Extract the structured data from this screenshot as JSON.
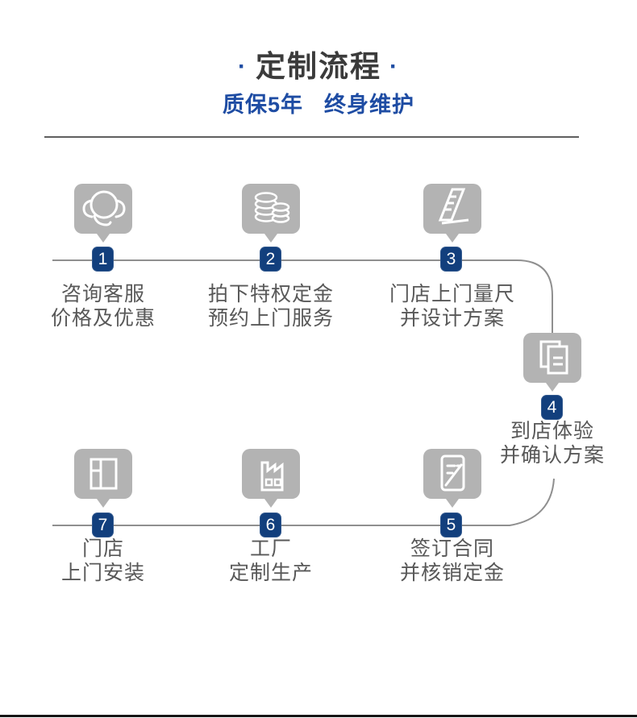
{
  "header": {
    "dot": "·",
    "title": "定制流程",
    "subtitle_left": "质保5年",
    "subtitle_right": "终身维护"
  },
  "steps": [
    {
      "num": "1",
      "icon": "headset-icon",
      "line1": "咨询客服",
      "line2": "价格及优惠"
    },
    {
      "num": "2",
      "icon": "coins-icon",
      "line1": "拍下特权定金",
      "line2": "预约上门服务"
    },
    {
      "num": "3",
      "icon": "ruler-icon",
      "line1": "门店上门量尺",
      "line2": "并设计方案"
    },
    {
      "num": "4",
      "icon": "documents-icon",
      "line1": "到店体验",
      "line2": "并确认方案"
    },
    {
      "num": "5",
      "icon": "contract-icon",
      "line1": "签订合同",
      "line2": "并核销定金"
    },
    {
      "num": "6",
      "icon": "factory-icon",
      "line1": "工厂",
      "line2": "定制生产"
    },
    {
      "num": "7",
      "icon": "store-icon",
      "line1": "门店",
      "line2": "上门安装"
    }
  ],
  "colors": {
    "accent_blue": "#1e4ca3",
    "badge_navy": "#123f7d",
    "icon_gray": "#b3b3b3",
    "title_dark": "#3b3b3b",
    "step_text_gray": "#585858",
    "flow_line_gray": "#8f8f8f",
    "divider_gray": "#5f5f5f",
    "bottom_bar_black": "#151515"
  }
}
